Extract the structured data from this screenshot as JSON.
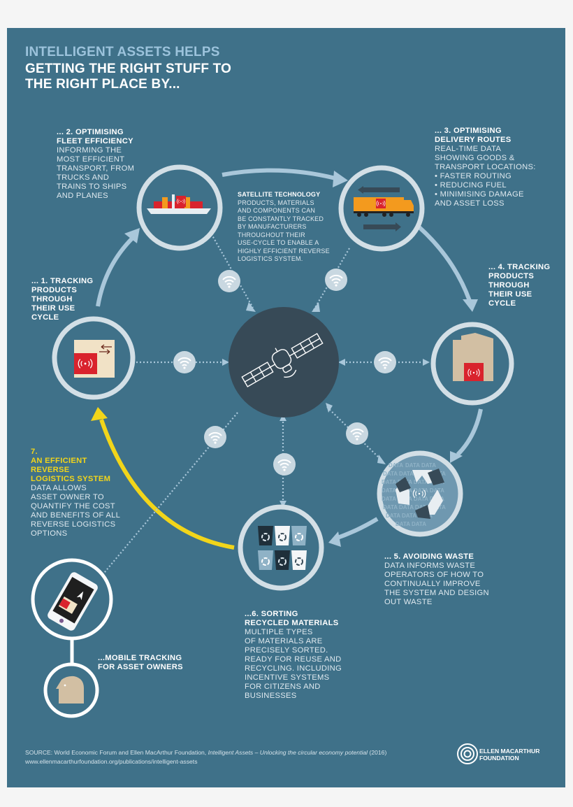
{
  "header": {
    "title_line1": "INTELLIGENT ASSETS HELPS",
    "title_line2": "GETTING THE RIGHT STUFF TO",
    "title_line3": "THE RIGHT PLACE BY..."
  },
  "center": {
    "icon": "satellite-icon",
    "heading": "SATELLITE TECHNOLOGY",
    "lines": [
      "PRODUCTS, MATERIALS",
      "AND COMPONENTS CAN",
      "BE CONSTANTLY TRACKED",
      "BY MANUFACTURERS",
      "THROUGHOUT THEIR",
      "USE-CYCLE TO ENABLE A",
      "HIGHLY EFFICIENT REVERSE",
      "LOGISTICS SYSTEM."
    ]
  },
  "steps": [
    {
      "id": 1,
      "icon": "rfid-box-icon",
      "heading": [
        "... 1. TRACKING",
        "PRODUCTS",
        "THROUGH",
        "THEIR USE",
        "CYCLE"
      ],
      "lines": []
    },
    {
      "id": 2,
      "icon": "cargo-ship-icon",
      "heading": [
        "... 2. OPTIMISING",
        "FLEET EFFICIENCY"
      ],
      "lines": [
        "INFORMING THE",
        "MOST EFFICIENT",
        "TRANSPORT, FROM",
        "TRUCKS AND",
        "TRAINS TO SHIPS",
        "AND PLANES"
      ]
    },
    {
      "id": 3,
      "icon": "truck-icon",
      "heading": [
        "... 3. OPTIMISING",
        "DELIVERY ROUTES"
      ],
      "lines": [
        "REAL-TIME DATA",
        "SHOWING GOODS &",
        "TRANSPORT LOCATIONS:",
        "• FASTER ROUTING",
        "• REDUCING FUEL",
        "• MINIMISING DAMAGE",
        "AND ASSET LOSS"
      ]
    },
    {
      "id": 4,
      "icon": "warehouse-icon",
      "heading": [
        "... 4. TRACKING",
        "PRODUCTS",
        "THROUGH",
        "THEIR USE",
        "CYCLE"
      ],
      "lines": []
    },
    {
      "id": 5,
      "icon": "recycle-icon",
      "heading": [
        "... 5. AVOIDING WASTE"
      ],
      "lines": [
        "DATA INFORMS WASTE",
        "OPERATORS OF HOW TO",
        "CONTINUALLY IMPROVE",
        "THE SYSTEM AND DESIGN",
        "OUT WASTE"
      ],
      "pattern_word": "DATA"
    },
    {
      "id": 6,
      "icon": "recycling-bins-icon",
      "heading": [
        "...6. SORTING",
        "RECYCLED MATERIALS"
      ],
      "lines": [
        "MULTIPLE TYPES",
        "OF MATERIALS ARE",
        "PRECISELY SORTED.",
        "READY FOR REUSE AND",
        "RECYCLING. INCLUDING",
        "INCENTIVE SYSTEMS",
        "FOR CITIZENS AND",
        "BUSINESSES"
      ]
    },
    {
      "id": 7,
      "icon": "reverse-arrow-icon",
      "heading": [
        "7.",
        "AN EFFICIENT",
        "REVERSE",
        "LOGISTICS SYSTEM"
      ],
      "lines": [
        "DATA ALLOWS",
        "ASSET OWNER TO",
        "QUANTIFY THE COST",
        "AND BENEFITS OF ALL",
        "REVERSE LOGISTICS",
        "OPTIONS"
      ]
    }
  ],
  "mobile": {
    "icon": "smartphone-icon",
    "owner_icon": "person-head-icon",
    "heading": [
      "...MOBILE TRACKING",
      "FOR ASSET OWNERS"
    ]
  },
  "footer": {
    "source_prefix": "SOURCE: World Economic Forum and Ellen MacArthur Foundation, ",
    "source_title": "Intelligent Assets – Unlocking the circular economy potential",
    "source_year": " (2016)",
    "url": "www.ellenmacarthurfoundation.org/publications/intelligent-assets",
    "logo_line1": "ELLEN MACARTHUR",
    "logo_line2": "FOUNDATION"
  },
  "colors": {
    "background": "#3f7189",
    "title_accent": "#9cc3dc",
    "ring": "#d3dfe6",
    "satellite_hub": "#374a57",
    "highlight_yellow": "#f2d51a",
    "rfid_red": "#d9232d",
    "truck_orange": "#f39a1e",
    "beige": "#d2bfa3"
  }
}
